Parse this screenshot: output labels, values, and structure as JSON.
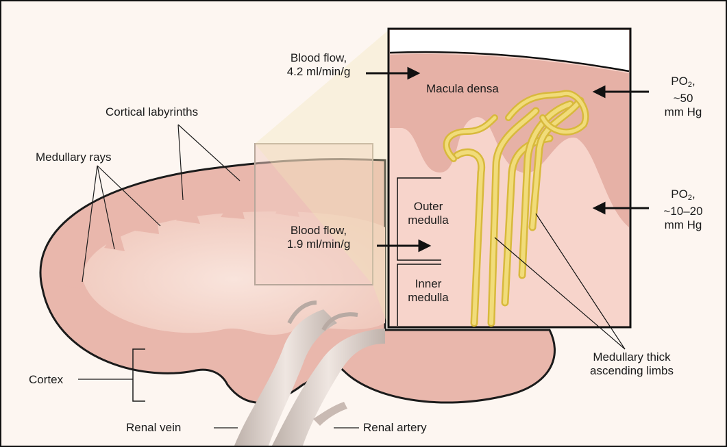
{
  "labels": {
    "blood_flow_cortex_line1": "Blood flow,",
    "blood_flow_cortex_line2": "4.2 ml/min/g",
    "macula_densa": "Macula densa",
    "po2_cortex_line1": "PO",
    "po2_cortex_sub": "2",
    "po2_cortex_line2": "~50",
    "po2_cortex_line3": "mm Hg",
    "cortical_labyrinths": "Cortical labyrinths",
    "medullary_rays": "Medullary rays",
    "outer_medulla_line1": "Outer",
    "outer_medulla_line2": "medulla",
    "inner_medulla_line1": "Inner",
    "inner_medulla_line2": "medulla",
    "blood_flow_medulla_line1": "Blood flow,",
    "blood_flow_medulla_line2": "1.9 ml/min/g",
    "po2_medulla_line1": "PO",
    "po2_medulla_sub": "2",
    "po2_medulla_line2": "~10–20",
    "po2_medulla_line3": "mm Hg",
    "cortex": "Cortex",
    "renal_vein": "Renal vein",
    "renal_artery": "Renal artery",
    "medullary_thick_line1": "Medullary thick",
    "medullary_thick_line2": "ascending limbs"
  },
  "colors": {
    "kidney_cortex": "#e9b7ac",
    "kidney_medulla": "#f3d2c8",
    "kidney_outline": "#1b1b1b",
    "inset_cortex": "#e3aaa0",
    "inset_medulla": "#f7d4cb",
    "tubule": "#e9cf5a",
    "vessel": "#e3d6cf"
  }
}
